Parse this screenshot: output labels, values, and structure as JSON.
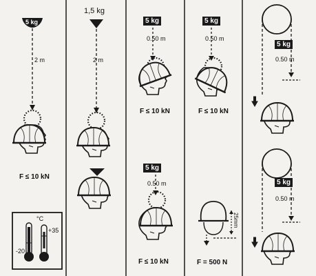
{
  "colors": {
    "ink": "#1a1a1a",
    "paper": "#f3f2ef",
    "badge_text": "#ffffff"
  },
  "icons": [
    "falling-weight-icon",
    "falling-cone-icon",
    "helmet-on-head-icon",
    "helmet-icon",
    "thermometer-icon",
    "pendulum-icon",
    "arrow-up-icon"
  ],
  "col1": {
    "mass": "5 kg",
    "height": "2 m",
    "force": "F ≤ 10 kN"
  },
  "col2": {
    "mass": "1,5 kg",
    "height": "2 m"
  },
  "col3": {
    "top": {
      "mass": "5 kg",
      "height": "0.50 m",
      "force": "F ≤ 10 kN"
    },
    "bottom": {
      "mass": "5 kg",
      "height": "0.50 m",
      "force": "F ≤ 10 kN"
    }
  },
  "col4": {
    "top": {
      "mass": "5 kg",
      "height": "0.50 m",
      "force": "F ≤ 10 kN"
    },
    "bottom": {
      "travel": "25mm",
      "force": "F = 500 N"
    }
  },
  "col5": {
    "top": {
      "mass": "5 kg",
      "height": "0.50 m"
    },
    "bottom": {
      "mass": "5 kg",
      "height": "0.50 m"
    }
  },
  "temperature": {
    "unit": "°C",
    "low": "-20",
    "high": "+35"
  }
}
